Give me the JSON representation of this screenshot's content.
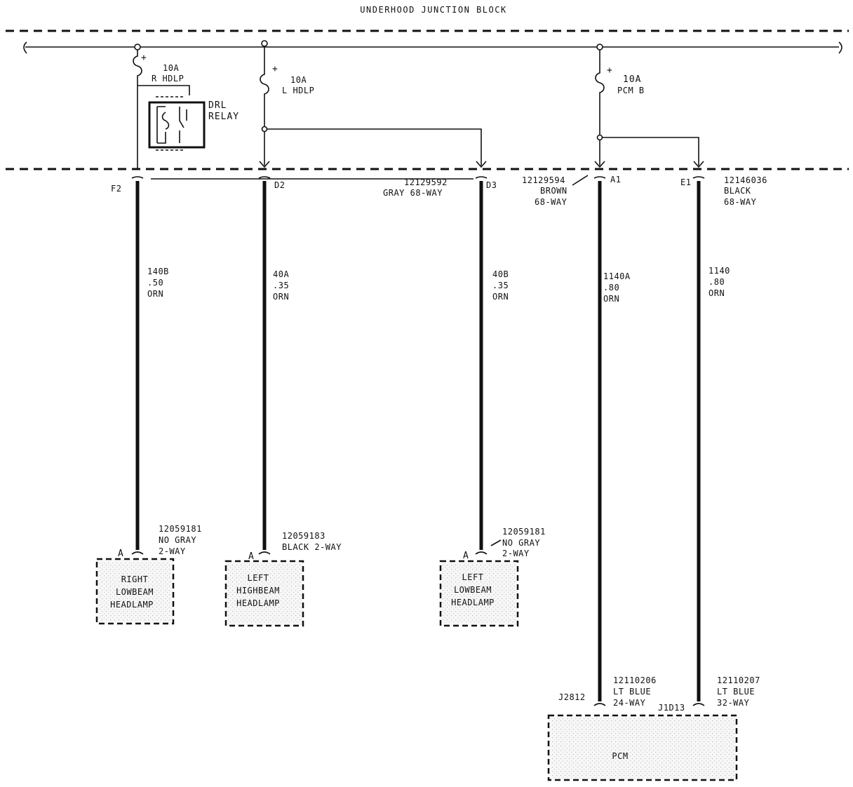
{
  "title": "UNDERHOOD JUNCTION BLOCK",
  "fuses": [
    {
      "rating": "10A",
      "name": "R HDLP"
    },
    {
      "rating": "10A",
      "name": "L HDLP"
    },
    {
      "rating": "10A",
      "name": "PCM B"
    }
  ],
  "relay": {
    "line1": "DRL",
    "line2": "RELAY"
  },
  "plus_sign": "+",
  "ujb_connectors": {
    "gray": {
      "part": "12129592",
      "desc": "GRAY 68-WAY"
    },
    "brown": {
      "part": "12129594",
      "line2": "BROWN",
      "line3": "68-WAY"
    },
    "black": {
      "part": "12146036",
      "line2": "BLACK",
      "line3": "68-WAY"
    }
  },
  "terminals": [
    "F2",
    "D2",
    "D3",
    "A1",
    "E1"
  ],
  "wires": [
    {
      "circuit": "140B",
      "size": ".50",
      "color": "ORN"
    },
    {
      "circuit": "40A",
      "size": ".35",
      "color": "ORN"
    },
    {
      "circuit": "40B",
      "size": ".35",
      "color": "ORN"
    },
    {
      "circuit": "1140A",
      "size": ".80",
      "color": "ORN"
    },
    {
      "circuit": "1140",
      "size": ".80",
      "color": "ORN"
    }
  ],
  "lamp_connectors": [
    {
      "part": "12059181",
      "line2": "NO GRAY",
      "line3": "2-WAY",
      "pin": "A"
    },
    {
      "part": "12059183",
      "line2": "BLACK 2-WAY",
      "pin": "A"
    },
    {
      "part": "12059181",
      "line2": "NO GRAY",
      "line3": "2-WAY",
      "pin": "A"
    }
  ],
  "lamps": [
    {
      "line1": "RIGHT",
      "line2": "LOWBEAM",
      "line3": "HEADLAMP"
    },
    {
      "line1": "LEFT",
      "line2": "HIGHBEAM",
      "line3": "HEADLAMP"
    },
    {
      "line1": "LEFT",
      "line2": "LOWBEAM",
      "line3": "HEADLAMP"
    }
  ],
  "pcm_connectors": [
    {
      "id": "J2812",
      "part": "12110206",
      "line2": "LT BLUE",
      "line3": "24-WAY"
    },
    {
      "id": "J1D13",
      "part": "12110207",
      "line2": "LT BLUE",
      "line3": "32-WAY"
    }
  ],
  "pcm": {
    "label": "PCM"
  }
}
